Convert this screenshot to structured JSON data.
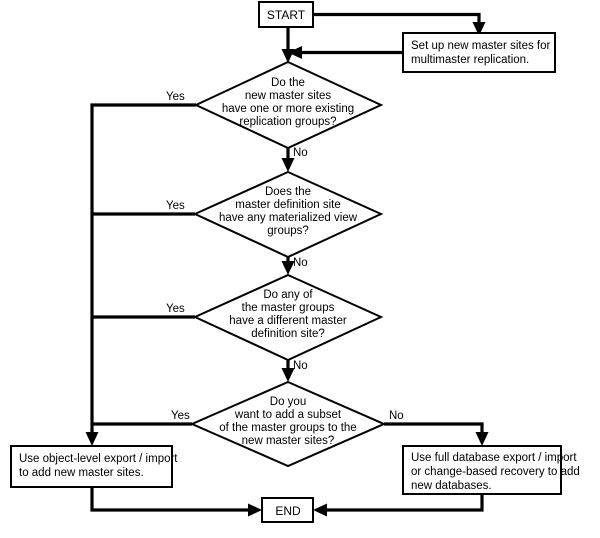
{
  "diagram": {
    "title": "Multimaster replication master site setup flowchart",
    "type": "flowchart",
    "colors": {
      "background": "#ffffff",
      "stroke": "#000000",
      "fill": "#ffffff"
    }
  },
  "nodes": {
    "start": {
      "label": "START",
      "shape": "terminal"
    },
    "setup": {
      "shape": "process",
      "lines": [
        "Set up new master sites for",
        "multimaster replication."
      ]
    },
    "decision1": {
      "shape": "decision",
      "lines": [
        "Do the",
        "new master sites",
        "have one or more existing",
        "replication groups?"
      ]
    },
    "decision2": {
      "shape": "decision",
      "lines": [
        "Does the",
        "master definition site",
        "have any materialized view",
        "groups?"
      ]
    },
    "decision3": {
      "shape": "decision",
      "lines": [
        "Do any of",
        "the master groups",
        "have a different master",
        "definition site?"
      ]
    },
    "decision4": {
      "shape": "decision",
      "lines": [
        "Do you",
        "want to add a subset",
        "of the master groups to the",
        "new master sites?"
      ]
    },
    "object_level": {
      "shape": "process",
      "lines": [
        "Use object-level export / import",
        "to add new master sites."
      ]
    },
    "full_database": {
      "shape": "process",
      "lines": [
        "Use full database export / import",
        "or change-based recovery to add",
        "new databases."
      ]
    },
    "end": {
      "label": "END",
      "shape": "terminal"
    }
  },
  "edge_labels": {
    "d1_yes": "Yes",
    "d1_no": "No",
    "d2_yes": "Yes",
    "d2_no": "No",
    "d3_yes": "Yes",
    "d3_no": "No",
    "d4_yes": "Yes",
    "d4_no": "No"
  }
}
